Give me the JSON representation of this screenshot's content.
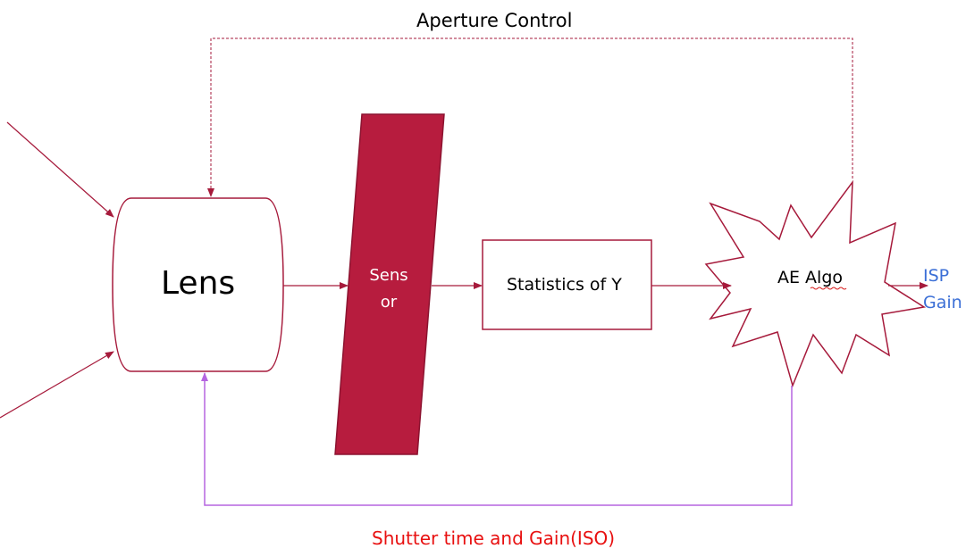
{
  "diagram": {
    "title": "Aperture Control",
    "nodes": {
      "lens": "Lens",
      "sensor_line1": "Sens",
      "sensor_line2": "or",
      "statistics": "Statistics of Y",
      "ae_algo": "AE Algo",
      "isp_line1": "ISP",
      "isp_line2": "Gain"
    },
    "edges": {
      "feedback_bottom": "Shutter time and Gain(ISO)"
    },
    "colors": {
      "crimson": "#b71c3e",
      "arrow": "#a61a3b",
      "violet": "#b565e0",
      "blue_label": "#3b6fd6",
      "red_label": "#e81010"
    }
  }
}
